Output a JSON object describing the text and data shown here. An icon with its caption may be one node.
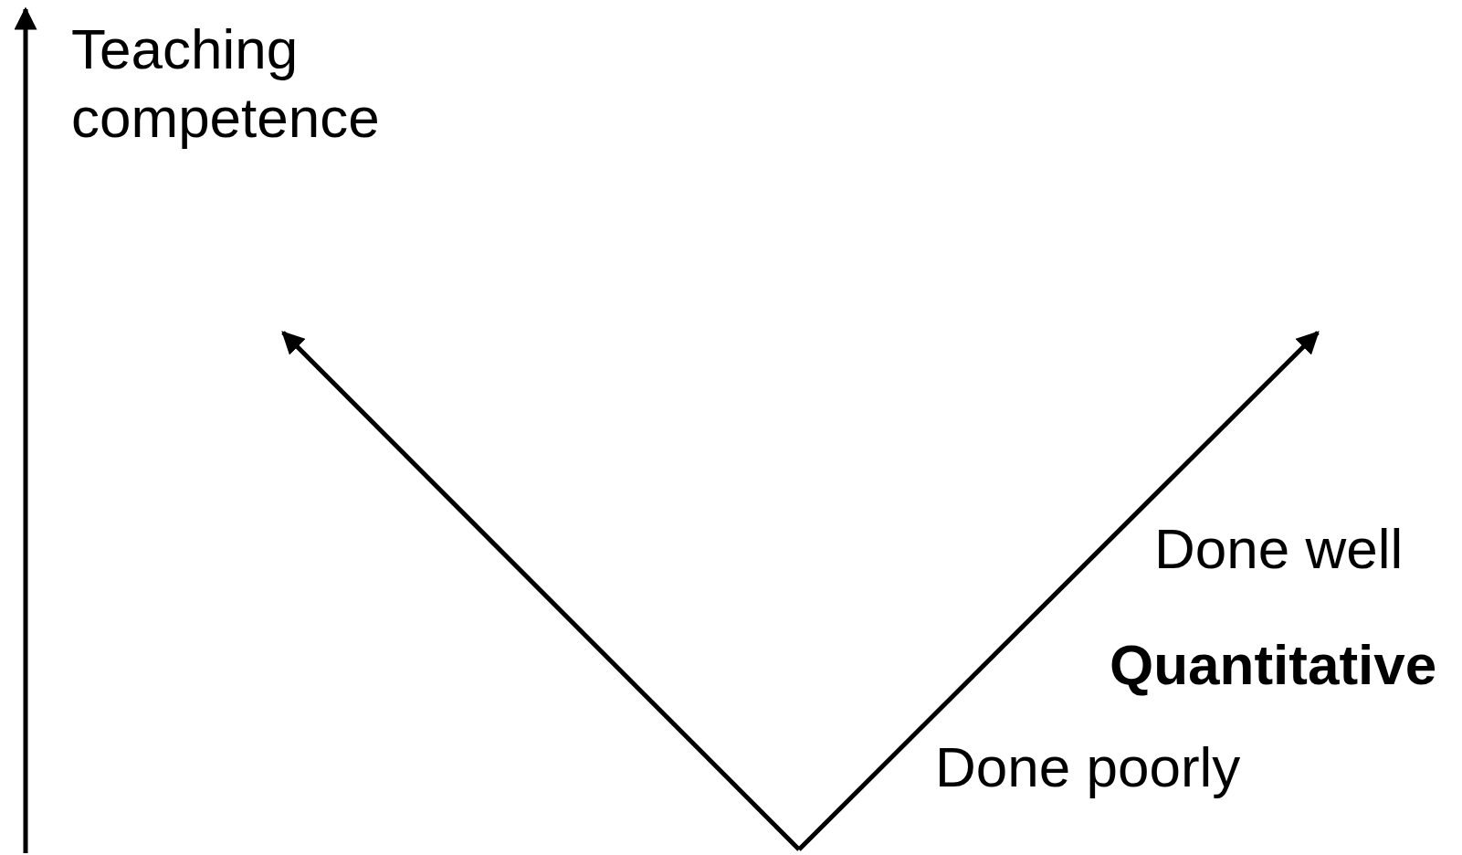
{
  "diagram": {
    "labels": [
      "Teaching competence",
      "Done well",
      "Quantitative",
      "Done poorly"
    ]
  }
}
